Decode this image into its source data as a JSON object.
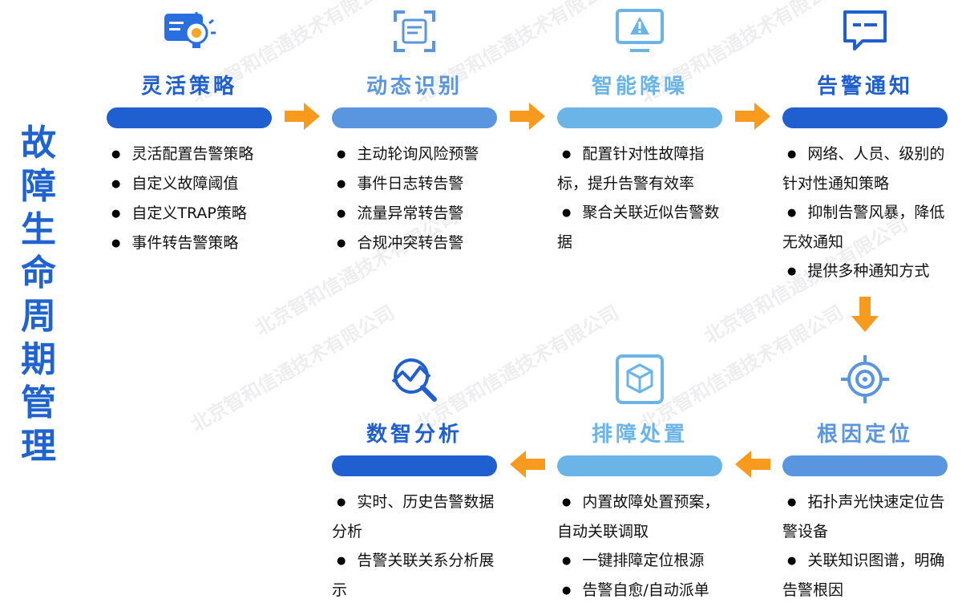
{
  "main_title": [
    "故",
    "障",
    "生",
    "命",
    "周",
    "期",
    "管",
    "理"
  ],
  "watermark": "北京智和信通技术有限公司",
  "colors": {
    "title_blue": "#1e63d0",
    "dark_blue": "#1f5fcf",
    "mid_blue": "#5a96e0",
    "light_blue": "#6ab4e8",
    "arrow_orange": "#f79a1e"
  },
  "stages": [
    {
      "id": "flexible-policy",
      "title": "灵活策略",
      "icon": "config-bulb-icon",
      "items": [
        "灵活配置告警策略",
        "自定义故障阈值",
        "自定义TRAP策略",
        "事件转告警策略"
      ]
    },
    {
      "id": "dynamic-recognition",
      "title": "动态识别",
      "icon": "scan-frame-icon",
      "items": [
        "主动轮询风险预警",
        "事件日志转告警",
        "流量异常转告警",
        "合规冲突转告警"
      ]
    },
    {
      "id": "intelligent-noise-reduction",
      "title": "智能降噪",
      "icon": "monitor-warning-icon",
      "items": [
        "配置针对性故障指标，提升告警有效率",
        "聚合关联近似告警数据"
      ]
    },
    {
      "id": "alert-notification",
      "title": "告警通知",
      "icon": "message-bubble-icon",
      "items": [
        "网络、人员、级别的针对性通知策略",
        "抑制告警风暴，降低无效通知",
        "提供多种通知方式"
      ]
    },
    {
      "id": "root-cause-location",
      "title": "根因定位",
      "icon": "target-crosshair-icon",
      "items": [
        "拓扑声光快速定位告警设备",
        "关联知识图谱，明确告警根因"
      ]
    },
    {
      "id": "troubleshooting",
      "title": "排障处置",
      "icon": "cube-box-icon",
      "items": [
        "内置故障处置预案，自动关联调取",
        "一键排障定位根源",
        "告警自愈/自动派单"
      ]
    },
    {
      "id": "data-analysis",
      "title": "数智分析",
      "icon": "trend-magnifier-icon",
      "items": [
        "实时、历史告警数据分析",
        "告警关联关系分析展示"
      ]
    }
  ]
}
